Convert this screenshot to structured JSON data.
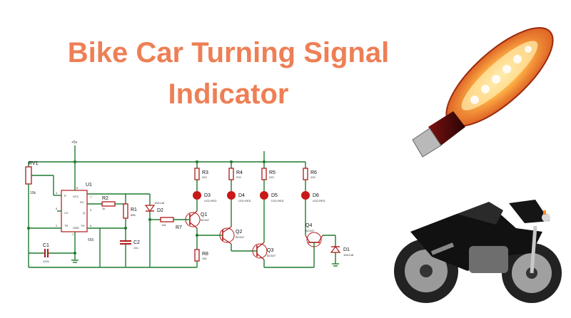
{
  "title": {
    "line1": "Bike Car Turning Signal",
    "line2": "Indicator",
    "color": "#ee7f55"
  },
  "schematic": {
    "supply": "+5v",
    "rv1": {
      "ref": "RV1",
      "value": "10k"
    },
    "u1": {
      "ref": "U1",
      "part": "555",
      "pins": {
        "vcc": "VCC",
        "dc": "DC",
        "cv": "CV",
        "gnd": "GND",
        "tr": "TR",
        "q": "Q",
        "r": "R",
        "th": "TH"
      },
      "pin_nums": {
        "p4": "4",
        "p8": "8",
        "p7": "7",
        "p5": "5",
        "p2": "2",
        "p6": "6",
        "p1": "1",
        "p3": "3"
      }
    },
    "r2": {
      "ref": "R2",
      "value": "1k"
    },
    "r1": {
      "ref": "R1",
      "value": "68K"
    },
    "c1": {
      "ref": "C1",
      "value": "220n"
    },
    "c2": {
      "ref": "C2",
      "value": "10u"
    },
    "d2": {
      "ref": "D2",
      "value": "1N4148"
    },
    "r7": {
      "ref": "R7",
      "value": "10k"
    },
    "q1": {
      "ref": "Q1",
      "part": "BC547"
    },
    "q2": {
      "ref": "Q2",
      "part": "BC547"
    },
    "q3": {
      "ref": "Q3",
      "part": "BC547"
    },
    "q4": {
      "ref": "Q4",
      "part": "BC547"
    },
    "r3": {
      "ref": "R3",
      "value": "220"
    },
    "r4": {
      "ref": "R4",
      "value": "220"
    },
    "r5": {
      "ref": "R5",
      "value": "220"
    },
    "r6": {
      "ref": "R6",
      "value": "220"
    },
    "r8": {
      "ref": "R8",
      "value": "10k"
    },
    "d3": {
      "ref": "D3",
      "value": "LED-RED"
    },
    "d4": {
      "ref": "D4",
      "value": "LED-RED"
    },
    "d5": {
      "ref": "D5",
      "value": "LED-RED"
    },
    "d6": {
      "ref": "D6",
      "value": "LED-RED"
    },
    "d1": {
      "ref": "D1",
      "value": "1N4148"
    }
  },
  "colors": {
    "wire": "#1f7a2e",
    "component": "#b01818",
    "led": "#c81818",
    "amber": "#ff8a1f"
  }
}
